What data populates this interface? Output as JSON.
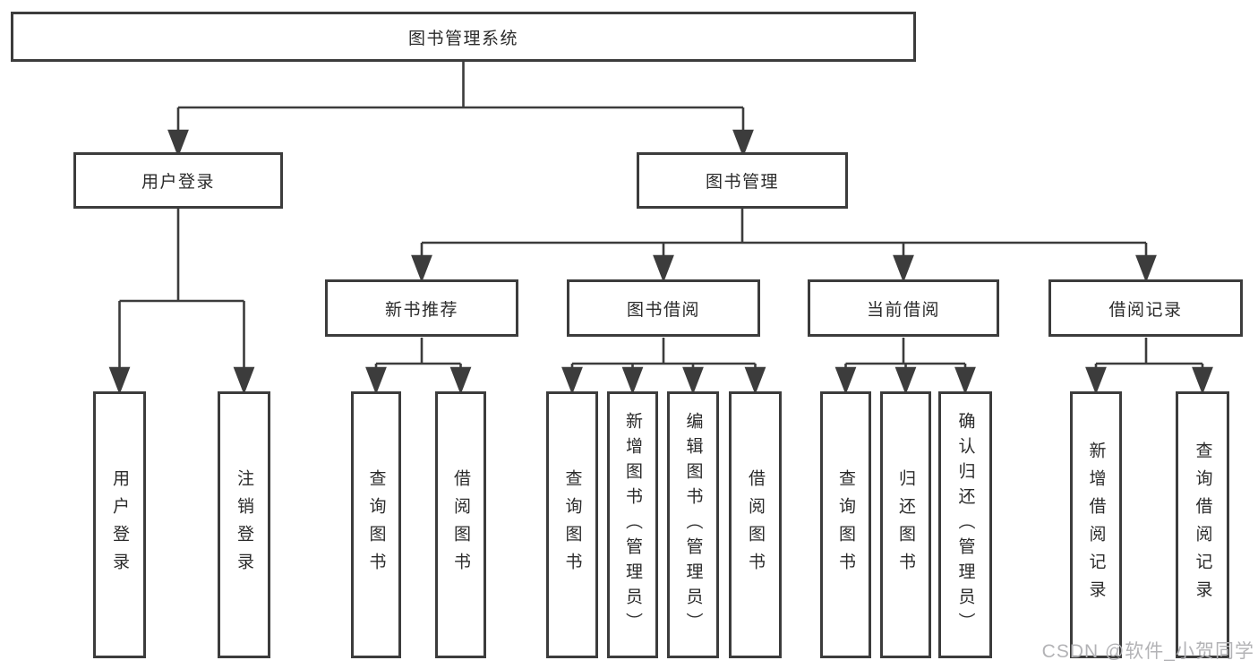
{
  "page": {
    "watermark": "CSDN @软件_小贺同学"
  },
  "colors": {
    "line": "#3c3c3c",
    "box_border": "#3c3c3c",
    "text": "#2b2b2b",
    "watermark": "#b3b3b6",
    "background": "#ffffff"
  },
  "diagram": {
    "root": {
      "label": "图书管理系统",
      "children": [
        {
          "label": "用户登录",
          "children": [
            {
              "label": "用户登录"
            },
            {
              "label": "注销登录"
            }
          ]
        },
        {
          "label": "图书管理",
          "children": [
            {
              "label": "新书推荐",
              "children": [
                {
                  "label": "查询图书"
                },
                {
                  "label": "借阅图书"
                }
              ]
            },
            {
              "label": "图书借阅",
              "children": [
                {
                  "label": "查询图书"
                },
                {
                  "label": "新增图书（管理员）"
                },
                {
                  "label": "编辑图书（管理员）"
                },
                {
                  "label": "借阅图书"
                }
              ]
            },
            {
              "label": "当前借阅",
              "children": [
                {
                  "label": "查询图书"
                },
                {
                  "label": "归还图书"
                },
                {
                  "label": "确认归还（管理员）"
                }
              ]
            },
            {
              "label": "借阅记录",
              "children": [
                {
                  "label": "新增借阅记录"
                },
                {
                  "label": "查询借阅记录"
                }
              ]
            }
          ]
        }
      ]
    }
  }
}
